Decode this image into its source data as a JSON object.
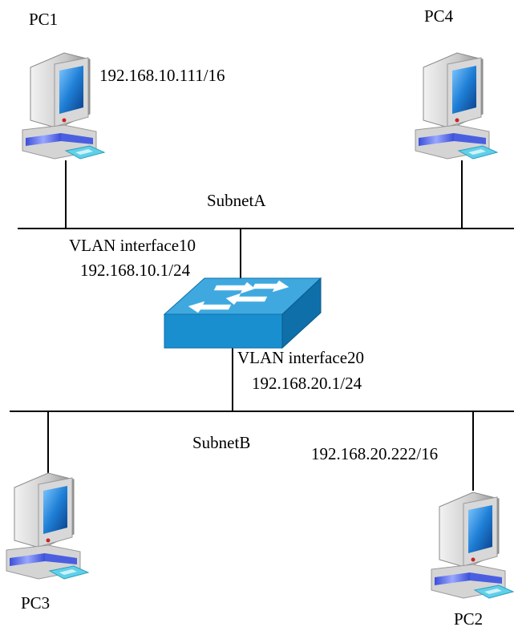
{
  "pcs": [
    {
      "label": "PC1",
      "ip": "192.168.10.111/16"
    },
    {
      "label": "PC4",
      "ip": ""
    },
    {
      "label": "PC3",
      "ip": ""
    },
    {
      "label": "PC2",
      "ip": "192.168.20.222/16"
    }
  ],
  "subnets": [
    {
      "label": "SubnetA"
    },
    {
      "label": "SubnetB"
    }
  ],
  "switch": {
    "interface_a": {
      "name": "VLAN interface10",
      "ip": "192.168.10.1/24"
    },
    "interface_b": {
      "name": "VLAN interface20",
      "ip": "192.168.20.1/24"
    }
  },
  "colors": {
    "switch_top": "#3fa9df",
    "switch_front": "#1a8fd0",
    "switch_side": "#0f6fa8",
    "pc_body": "#c8c8c8",
    "pc_screen": "#1f7fd6",
    "pc_base_stripe": "#5b6fe0"
  }
}
